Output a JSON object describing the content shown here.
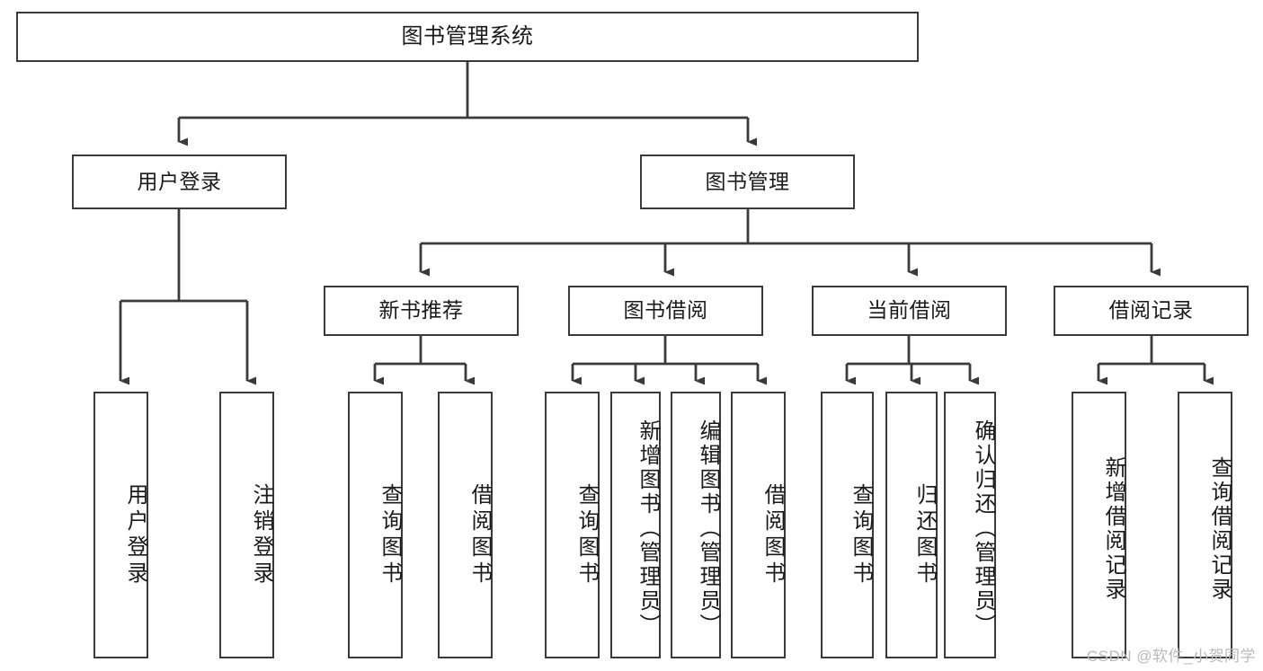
{
  "diagram": {
    "title": "图书管理系统",
    "type": "功能结构图",
    "line_color": "#3a3a3a",
    "box_fill": "#ffffff",
    "text_color": "#1a1a1a",
    "root": {
      "label": "图书管理系统"
    },
    "level2": [
      {
        "label": "用户登录"
      },
      {
        "label": "图书管理"
      }
    ],
    "level3": [
      {
        "label": "新书推荐"
      },
      {
        "label": "图书借阅"
      },
      {
        "label": "当前借阅"
      },
      {
        "label": "借阅记录"
      }
    ],
    "leaves": {
      "user_login": [
        {
          "label": "用户登录"
        },
        {
          "label": "注销登录"
        }
      ],
      "new_book_recommend": [
        {
          "label": "查询图书"
        },
        {
          "label": "借阅图书"
        }
      ],
      "book_borrow": [
        {
          "label": "查询图书"
        },
        {
          "label": "新增图书（管理员）"
        },
        {
          "label": "编辑图书（管理员）"
        },
        {
          "label": "借阅图书"
        }
      ],
      "current_borrow": [
        {
          "label": "查询图书"
        },
        {
          "label": "归还图书"
        },
        {
          "label": "确认归还（管理员）"
        }
      ],
      "borrow_record": [
        {
          "label": "新增借阅记录"
        },
        {
          "label": "查询借阅记录"
        }
      ]
    }
  },
  "watermark": {
    "text": "CSDN @软件_小贺同学"
  }
}
